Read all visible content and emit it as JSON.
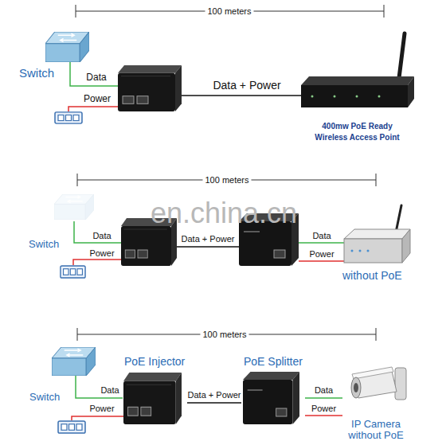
{
  "diagram": {
    "nodes": [
      {
        "text": [
          "Switch"
        ]
      },
      {
        "text": [
          "400mw PoE Ready Wireless Access Point"
        ]
      },
      {
        "text": [
          "Switch"
        ]
      },
      {
        "text": [
          "without PoE"
        ]
      },
      {
        "text": [
          "Switch"
        ]
      },
      {
        "text": [
          "PoE Injector"
        ]
      },
      {
        "text": [
          "PoE Splitter"
        ]
      },
      {
        "text": [
          "IP Camera without PoE"
        ]
      }
    ],
    "edges": [
      {
        "from": 4,
        "to": 5,
        "arrow": "none",
        "label": "Data"
      },
      {
        "from": 5,
        "to": 6,
        "arrow": "none",
        "label": "Data + Power"
      },
      {
        "from": 6,
        "to": 7,
        "arrow": "none",
        "label": "Data"
      },
      {
        "from": 6,
        "to": 7,
        "arrow": "none",
        "label": "Power"
      }
    ],
    "labels": [
      "100 meters",
      "Data",
      "Power",
      "Data + Power",
      "100 meters",
      "en.china.cn",
      "Data",
      "Power",
      "Data + Power",
      "Data",
      "Power",
      "100 meters",
      "Power"
    ]
  }
}
